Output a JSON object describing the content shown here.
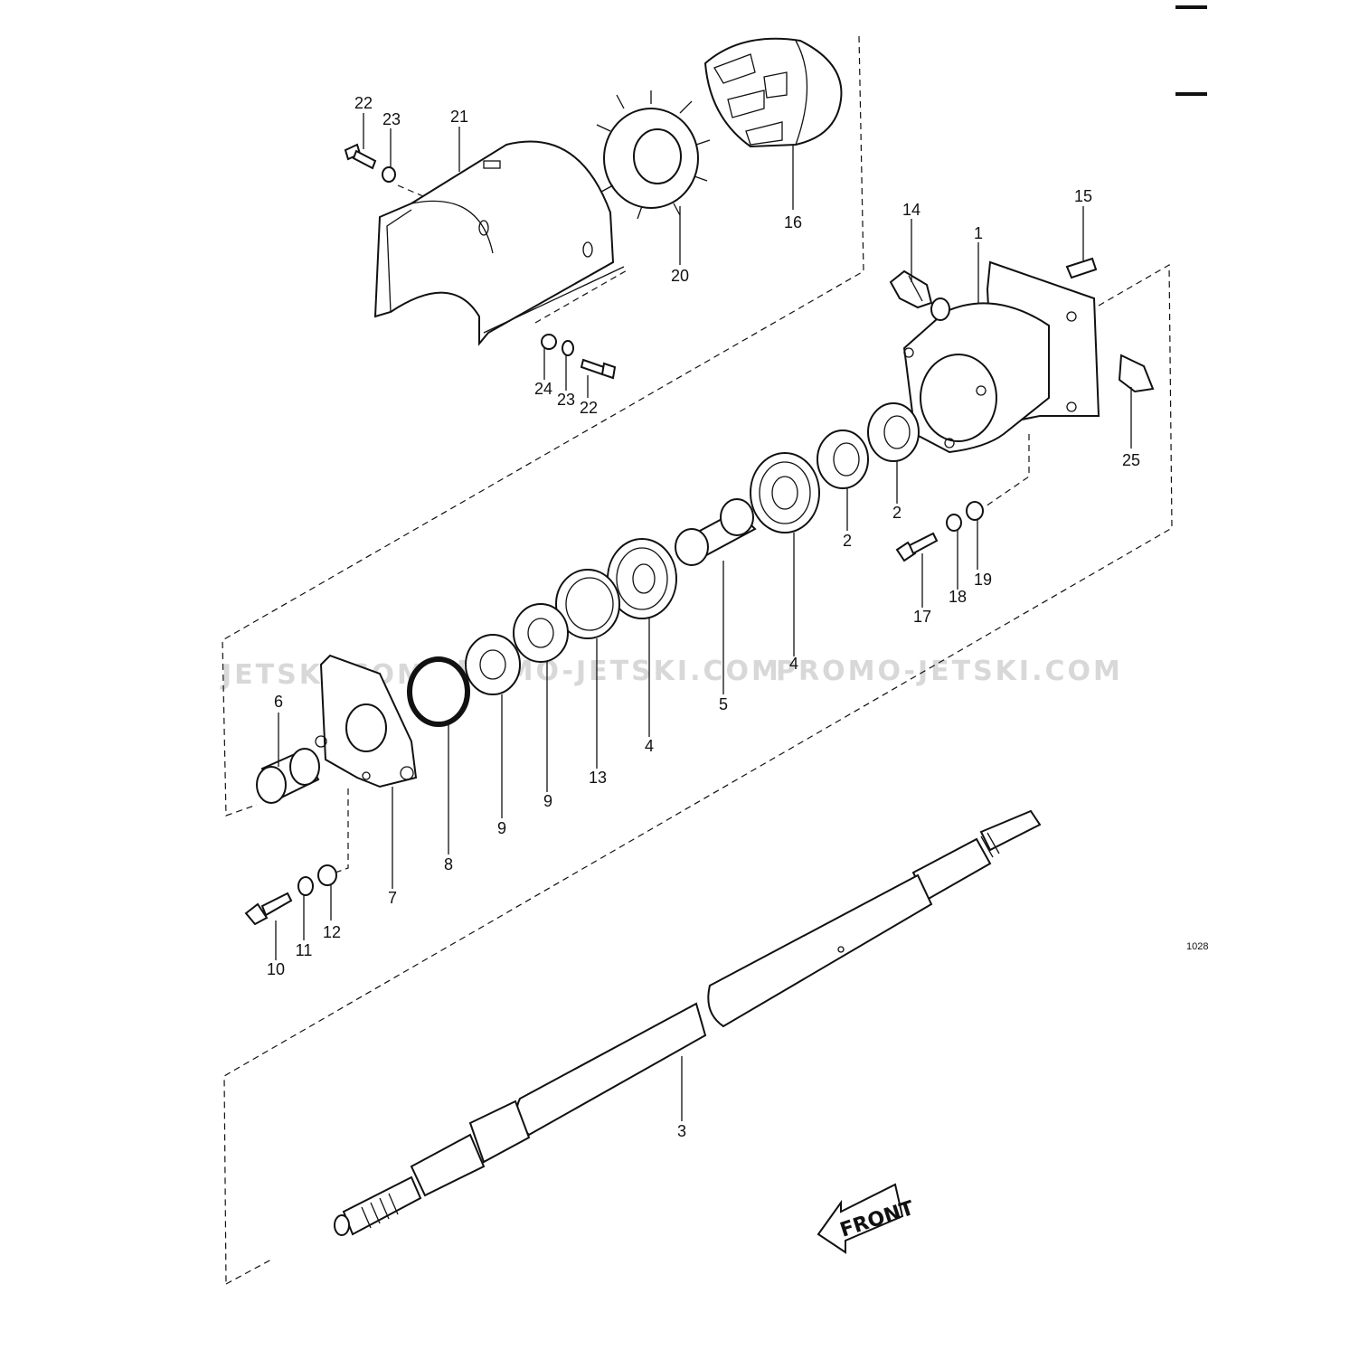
{
  "watermarks": [
    "JETSKI.COM",
    "PROMO-JETSKI.COM",
    "PROMO-JETSKI.COM"
  ],
  "figure_code": "1028",
  "front_label": "FRONT",
  "callouts": {
    "c22a": "22",
    "c23a": "23",
    "c21": "21",
    "c20": "20",
    "c16": "16",
    "c14": "14",
    "c1": "1",
    "c15": "15",
    "c25": "25",
    "c24": "24",
    "c23b": "23",
    "c22b": "22",
    "c2a": "2",
    "c2b": "2",
    "c4a": "4",
    "c4b": "4",
    "c5": "5",
    "c17": "17",
    "c18": "18",
    "c19": "19",
    "c6": "6",
    "c7": "7",
    "c8": "8",
    "c9a": "9",
    "c9b": "9",
    "c13": "13",
    "c10": "10",
    "c11": "11",
    "c12": "12",
    "c3": "3"
  }
}
